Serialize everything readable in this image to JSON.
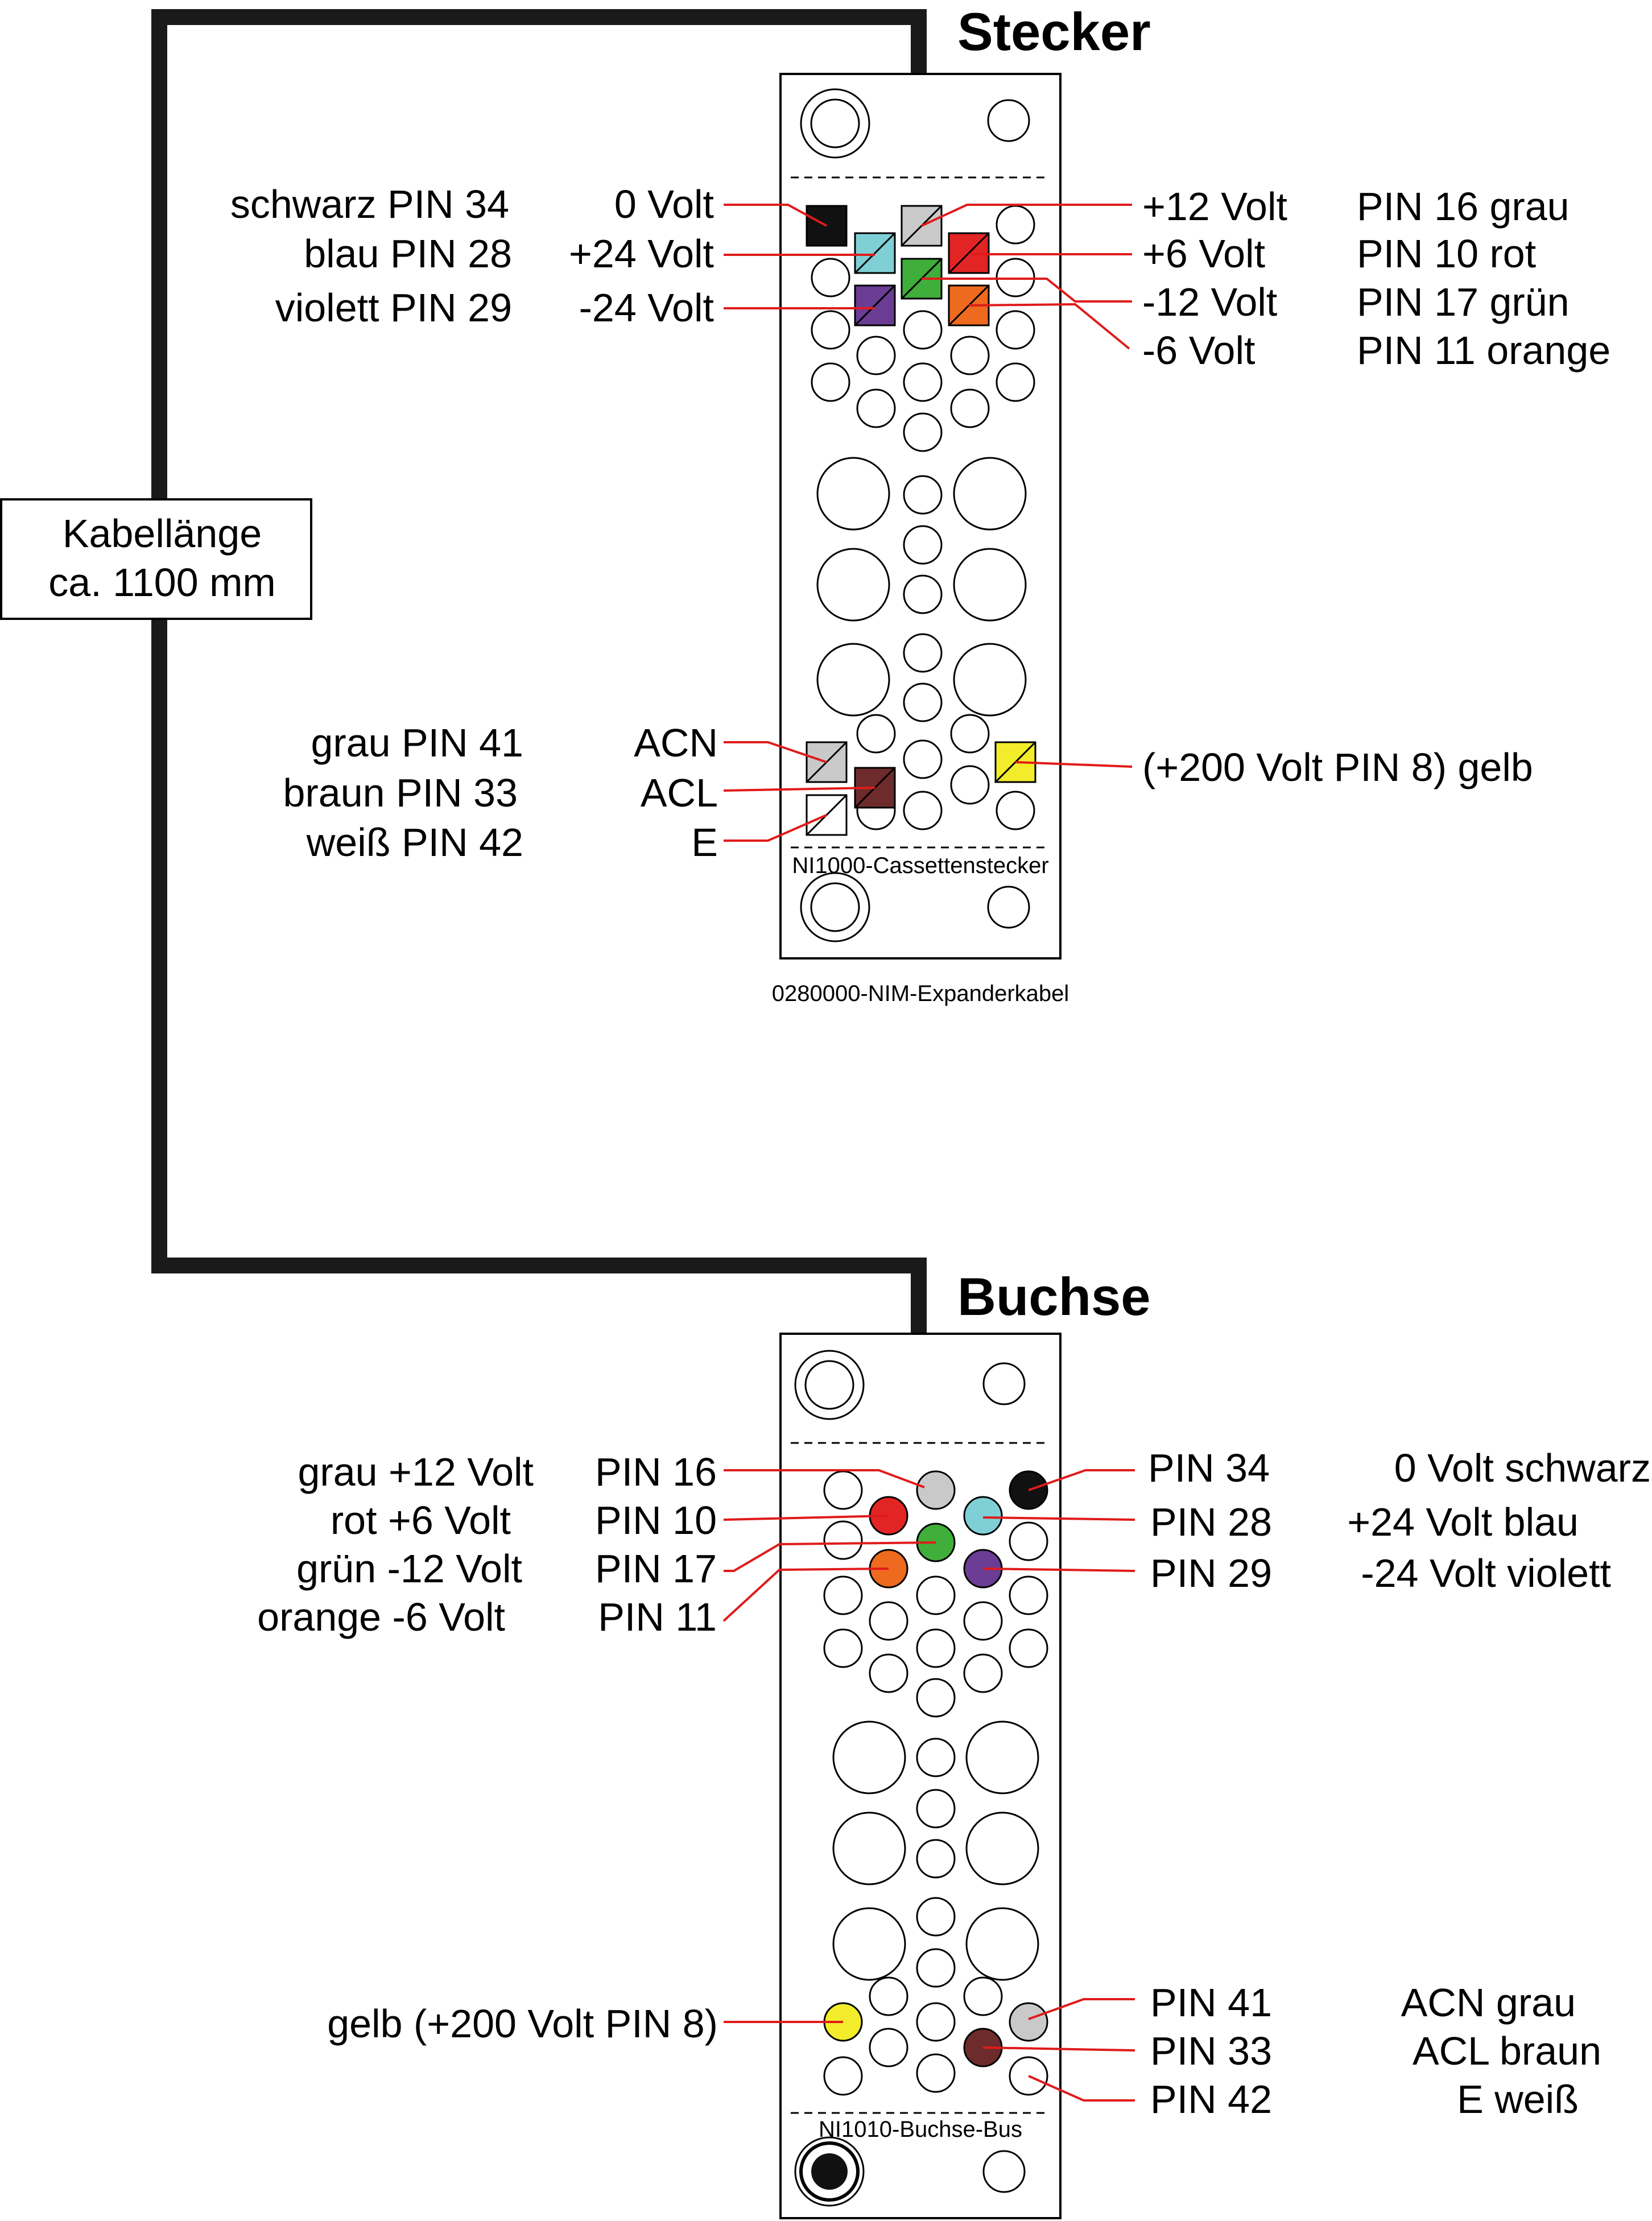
{
  "colors": {
    "schwarz": "#111111",
    "blau": "#7fd0d6",
    "violett": "#6a3c93",
    "grau": "#c9c9c9",
    "rot": "#e32424",
    "gruen": "#3fae3a",
    "orange": "#ee6a1f",
    "braun": "#6e2b2b",
    "weiss": "#ffffff",
    "gelb": "#f2ec2a",
    "leader": "#e01b1b",
    "cable": "#1a1a1a"
  },
  "cable": {
    "length_line1": "Kabellänge",
    "length_line2": "ca. 1100 mm"
  },
  "stecker": {
    "title": "Stecker",
    "caption": "NI1000-Cassettenstecker",
    "part_number": "0280000-NIM-Expanderkabel",
    "left_labels": [
      {
        "color_pin": "schwarz PIN 34",
        "voltage": "0 Volt"
      },
      {
        "color_pin": "blau PIN 28",
        "voltage": "+24 Volt"
      },
      {
        "color_pin": "violett PIN 29",
        "voltage": "-24 Volt"
      }
    ],
    "right_labels": [
      {
        "voltage": "+12 Volt",
        "pin_color": "PIN 16 grau"
      },
      {
        "voltage": "+6 Volt",
        "pin_color": "PIN 10 rot"
      },
      {
        "voltage": "-12 Volt",
        "pin_color": "PIN 17 grün"
      },
      {
        "voltage": "-6 Volt",
        "pin_color": "PIN 11 orange"
      }
    ],
    "bottom_left_labels": [
      {
        "color_pin": "grau PIN 41",
        "signal": "ACN"
      },
      {
        "color_pin": "braun PIN 33",
        "signal": "ACL"
      },
      {
        "color_pin": "weiß PIN 42",
        "signal": "E"
      }
    ],
    "hv_label": "(+200 Volt PIN 8) gelb"
  },
  "buchse": {
    "title": "Buchse",
    "caption": "NI1010-Buchse-Bus",
    "left_labels": [
      {
        "color_voltage": "grau +12 Volt",
        "pin": "PIN 16"
      },
      {
        "color_voltage": "rot +6 Volt",
        "pin": "PIN 10"
      },
      {
        "color_voltage": "grün -12 Volt",
        "pin": "PIN 17"
      },
      {
        "color_voltage": "orange -6 Volt",
        "pin": "PIN 11"
      }
    ],
    "right_labels": [
      {
        "pin": "PIN 34",
        "voltage_color": "0 Volt schwarz"
      },
      {
        "pin": "PIN 28",
        "voltage_color": "+24 Volt blau"
      },
      {
        "pin": "PIN 29",
        "voltage_color": "-24 Volt violett"
      }
    ],
    "hv_label": "gelb (+200 Volt PIN 8)",
    "bottom_right_labels": [
      {
        "pin": "PIN 41",
        "signal": "ACN grau"
      },
      {
        "pin": "PIN 33",
        "signal": "ACL braun"
      },
      {
        "pin": "PIN 42",
        "signal": "E weiß"
      }
    ]
  }
}
